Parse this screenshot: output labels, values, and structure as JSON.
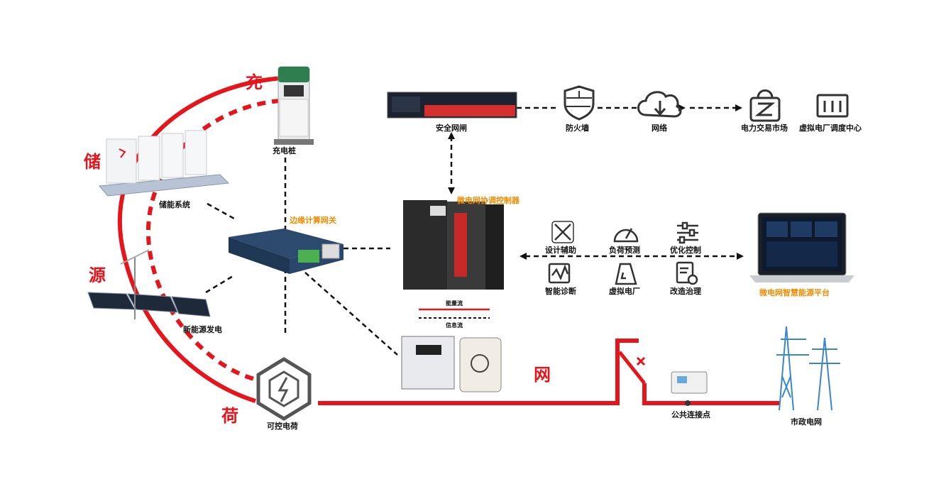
{
  "big_labels": {
    "chong": "充",
    "chu": "储",
    "yuan": "源",
    "he": "荷",
    "wang": "网"
  },
  "devices": {
    "charger": "充电桩",
    "storage": "储能系统",
    "solar": "新能源发电",
    "load": "可控电荷",
    "gateway": "边缘计算网关",
    "security_gateway": "安全网闸",
    "firewall": "防火墙",
    "network": "网络",
    "market": "电力交易市场",
    "vpp_center": "虚拟电厂调度中心",
    "controller": "微电网协调控制器",
    "platform": "微电网智慧能源平台",
    "pcc": "公共连接点",
    "grid": "市政电网"
  },
  "legend": {
    "energy_flow": "能量流",
    "info_flow": "信息流"
  },
  "functions": [
    {
      "label": "设计辅助",
      "icon": "design-tools-icon"
    },
    {
      "label": "负荷预测",
      "icon": "gauge-icon"
    },
    {
      "label": "优化控制",
      "icon": "sliders-icon"
    },
    {
      "label": "智能诊断",
      "icon": "diagnosis-chart-icon"
    },
    {
      "label": "虚拟电厂",
      "icon": "factory-icon"
    },
    {
      "label": "改造治理",
      "icon": "document-gear-icon"
    }
  ],
  "colors": {
    "energy": "#e8141b",
    "info": "#111111",
    "accent": "#f08c00"
  }
}
